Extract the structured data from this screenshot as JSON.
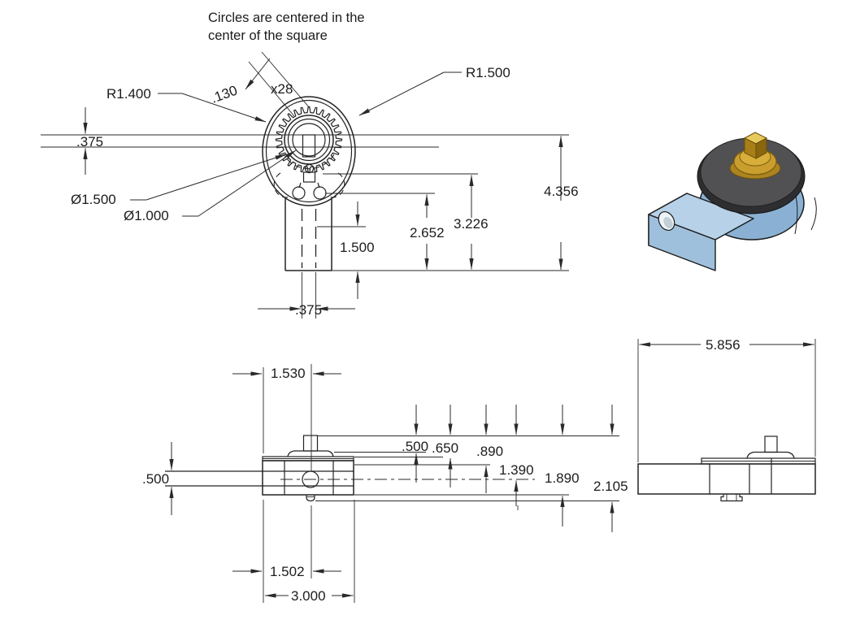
{
  "note": {
    "l1": "Circles are centered in the",
    "l2": "center of the square"
  },
  "front": {
    "r1400": "R1.400",
    "r1500": "R1.500",
    "tooth": ".130",
    "count": "x28",
    "dia15": "Ø1.500",
    "dia10": "Ø1.000",
    "w375": ".375",
    "hole375": ".375",
    "v1500": "1.500",
    "v2652": "2.652",
    "v3226": "3.226",
    "v4356": "4.356"
  },
  "side": {
    "o1530": "1.530",
    "t500": ".500",
    "s500": ".500",
    "s650": ".650",
    "s890": ".890",
    "s1390": "1.390",
    "s1890": "1.890",
    "s2105": "2.105",
    "o1502": "1.502",
    "l3000": "3.000"
  },
  "end_view": {
    "total": "5.856"
  },
  "render": {
    "body_blue": "#8ab1d3",
    "top_blue": "#b0cce5",
    "cap_gray": "#515154",
    "gold": "#c99e2e"
  }
}
